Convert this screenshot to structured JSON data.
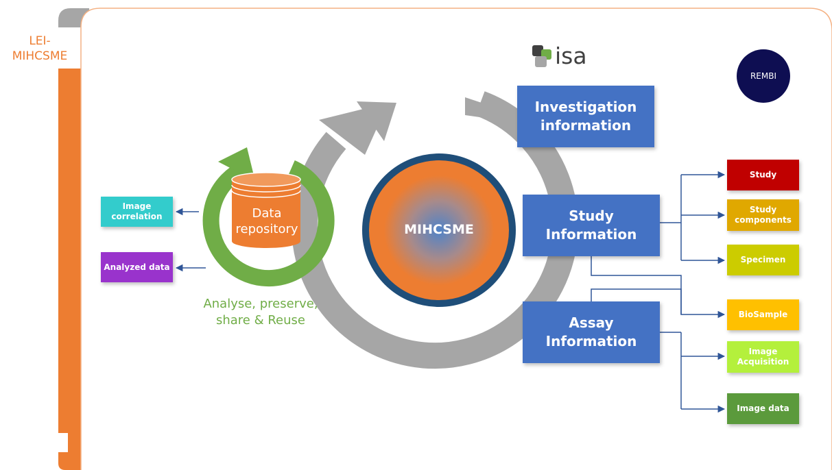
{
  "side_label": "LEI-\nMIHCSME",
  "logo": {
    "text": "isa",
    "icon": "isa-logo-icon"
  },
  "rembi_badge": "REMBI",
  "center_label": "MIHCSME",
  "repository_label": "Data\nrepository",
  "cycle_caption": "Analyse, preserve,\nshare & Reuse",
  "main_boxes": {
    "investigation": "Investigation\ninformation",
    "study": "Study\nInformation",
    "assay": "Assay\nInformation"
  },
  "outputs": {
    "image_correlation": "Image\ncorrelation",
    "analyzed_data": "Analyzed data"
  },
  "right_boxes": {
    "study": "Study",
    "study_components": "Study\ncomponents",
    "specimen": "Specimen",
    "biosample": "BioSample",
    "image_acquisition": "Image\nAcquisition",
    "image_data": "Image data"
  },
  "colors": {
    "orange": "#ed7d31",
    "blue": "#4472c4",
    "navy": "#1f4e79",
    "green": "#70ad47",
    "gray": "#a6a6a6",
    "study": "#c00000",
    "study_components": "#e0a800",
    "specimen": "#cccc00",
    "biosample": "#ffc000",
    "image_acquisition": "#b4f03c",
    "image_data": "#5b9a3c",
    "image_correlation": "#33cccc",
    "analyzed_data": "#9933cc",
    "rembi": "#0e0e52"
  }
}
